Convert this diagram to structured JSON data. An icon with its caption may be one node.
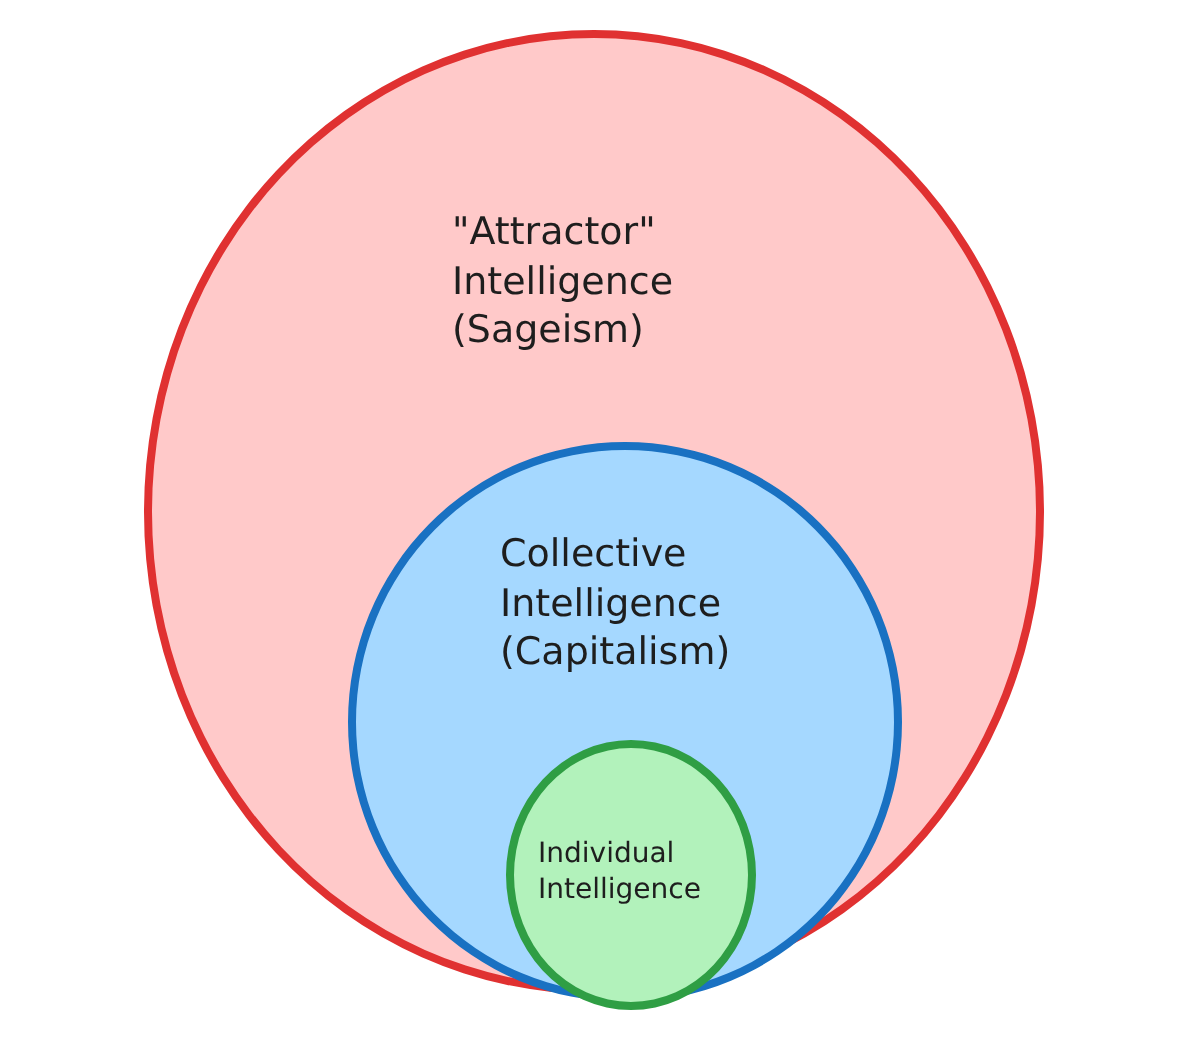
{
  "diagram": {
    "nodes": [
      {
        "text": [
          "\"Attractor\" Intelligence (Sageism)"
        ]
      },
      {
        "text": [
          "Collective Intelligence (Capitalism)"
        ],
        "in": 0
      },
      {
        "text": [
          "Individual Intelligence"
        ],
        "in": 1
      }
    ]
  }
}
